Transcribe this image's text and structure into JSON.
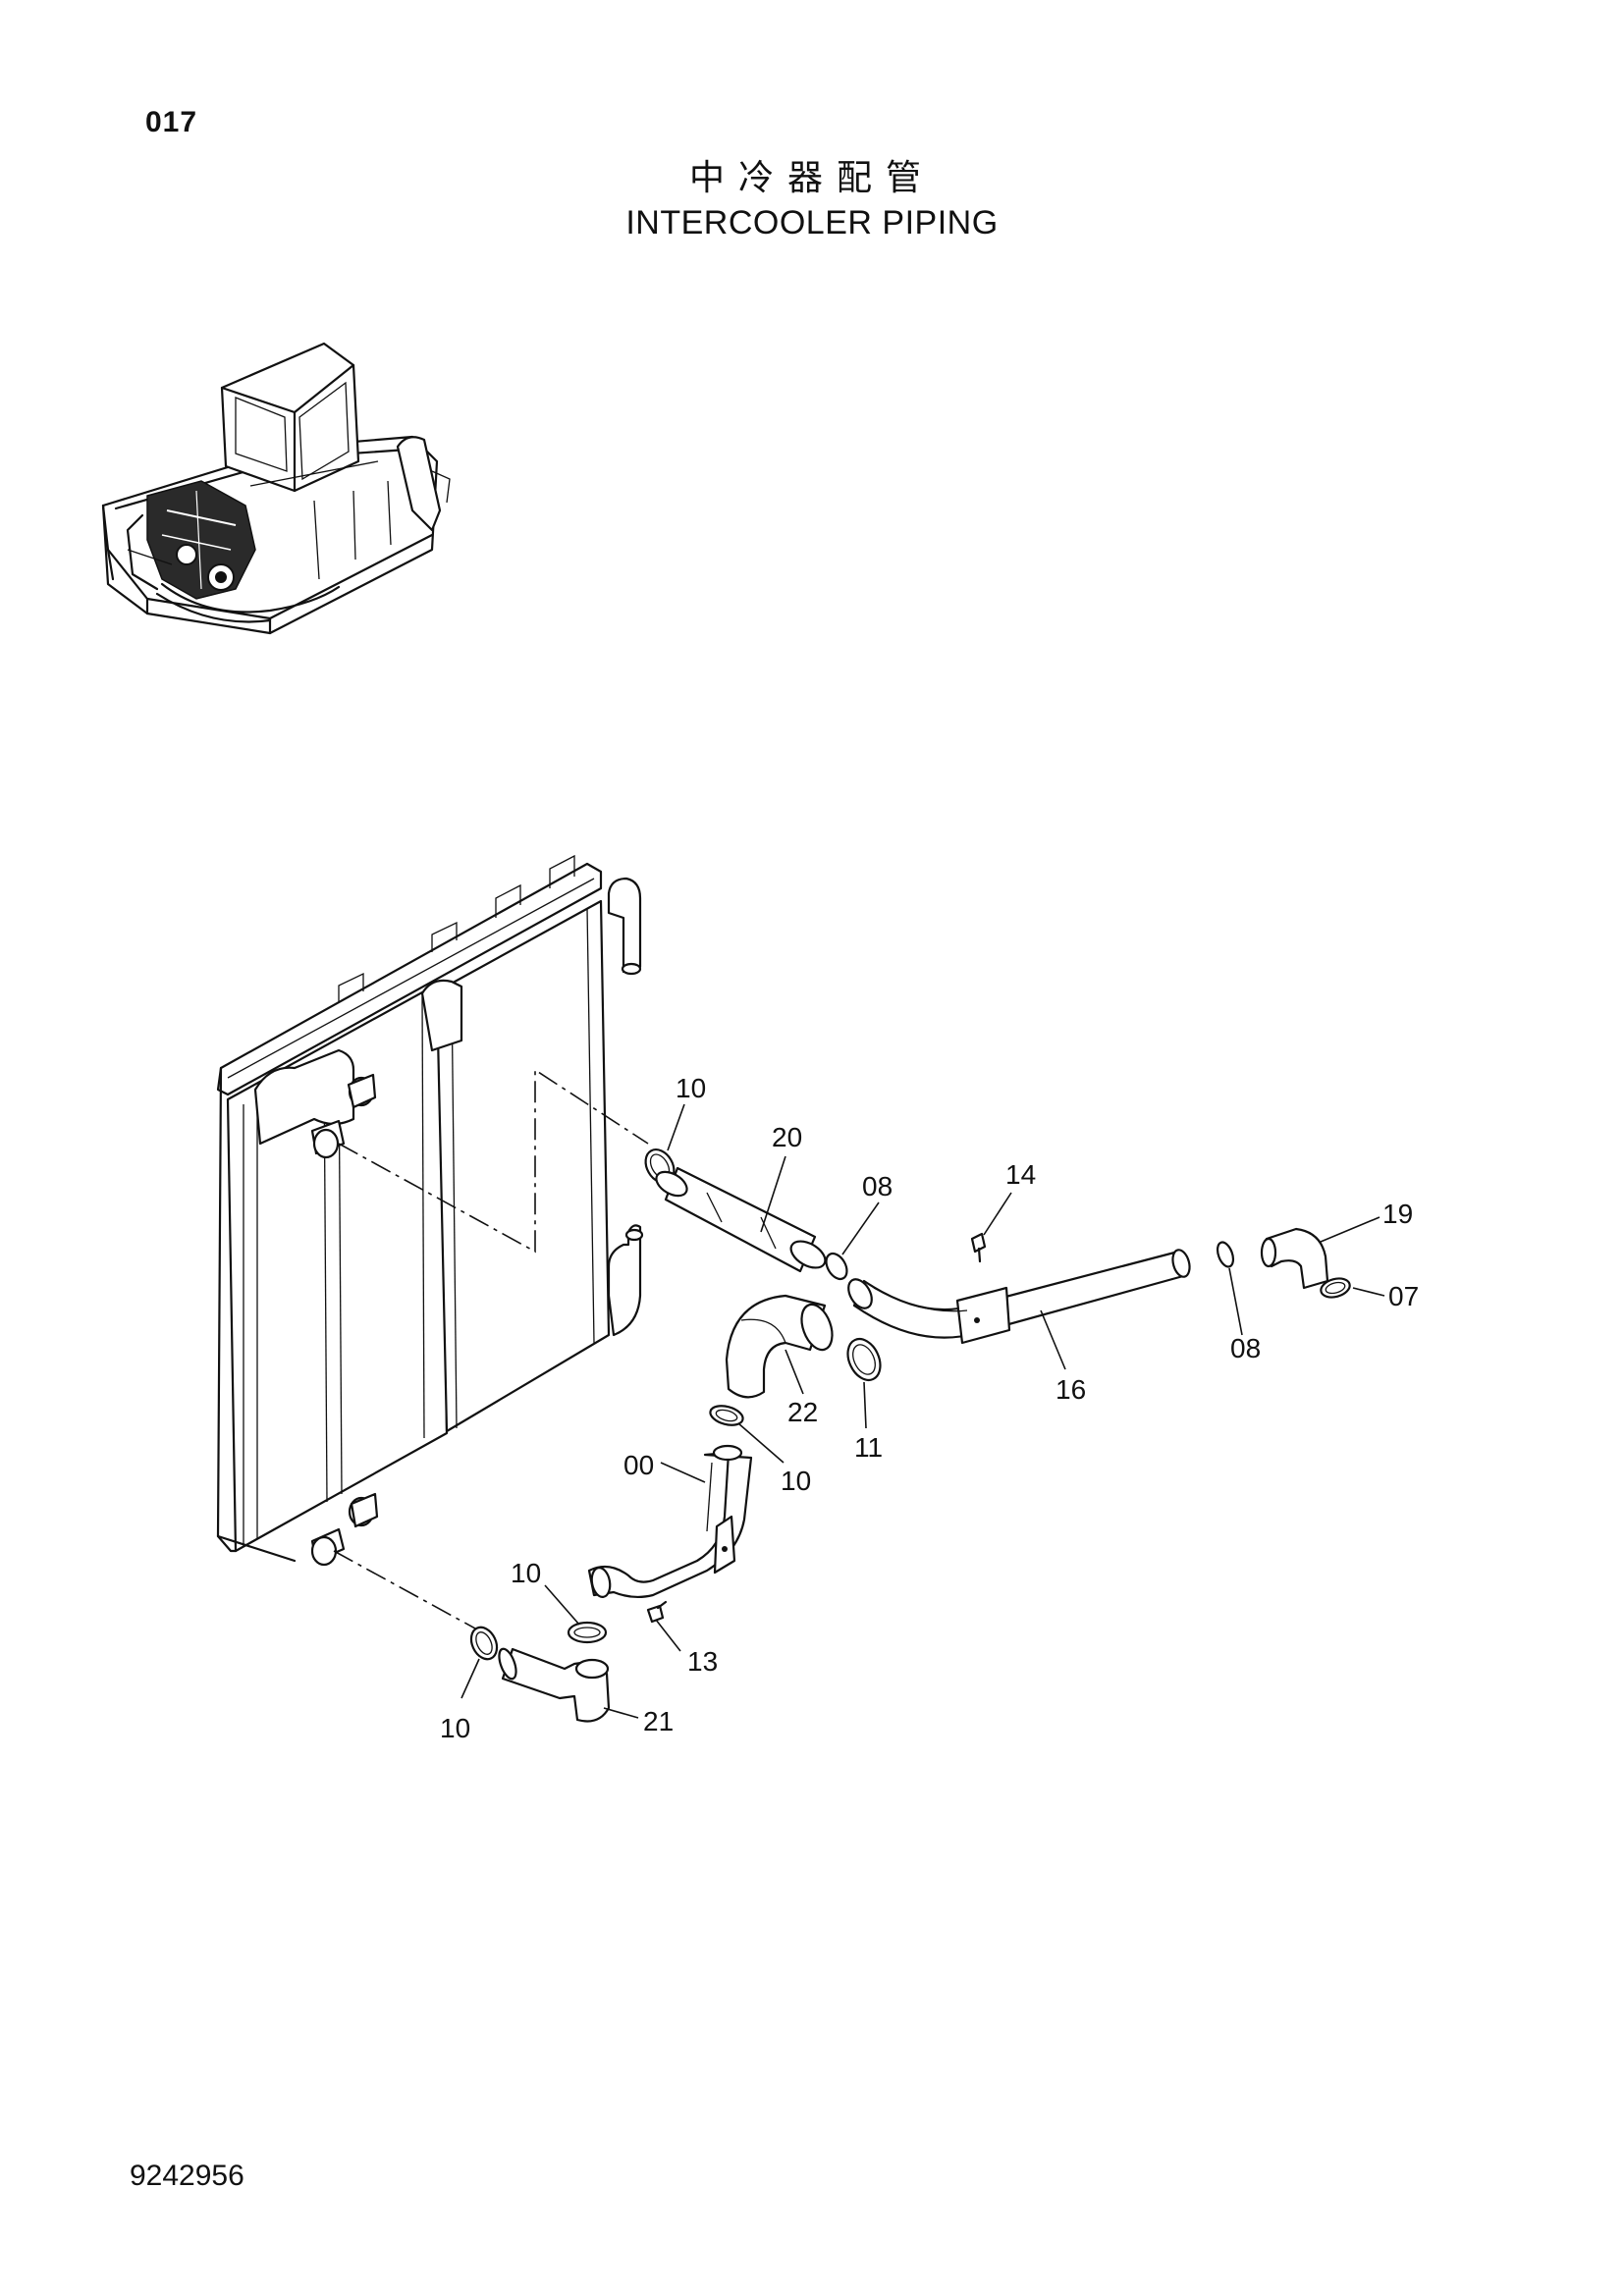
{
  "page": {
    "code": "017",
    "title_cn": "中冷器配管",
    "title_en": "INTERCOOLER PIPING",
    "doc_number": "9242956"
  },
  "callouts": [
    {
      "id": "c10a",
      "label": "10"
    },
    {
      "id": "c20",
      "label": "20"
    },
    {
      "id": "c08a",
      "label": "08"
    },
    {
      "id": "c14",
      "label": "14"
    },
    {
      "id": "c19",
      "label": "19"
    },
    {
      "id": "c07",
      "label": "07"
    },
    {
      "id": "c08b",
      "label": "08"
    },
    {
      "id": "c16",
      "label": "16"
    },
    {
      "id": "c22",
      "label": "22"
    },
    {
      "id": "c11",
      "label": "11"
    },
    {
      "id": "c10b",
      "label": "10"
    },
    {
      "id": "c00",
      "label": "00"
    },
    {
      "id": "c10c",
      "label": "10"
    },
    {
      "id": "c13",
      "label": "13"
    },
    {
      "id": "c10d",
      "label": "10"
    },
    {
      "id": "c21",
      "label": "21"
    }
  ]
}
